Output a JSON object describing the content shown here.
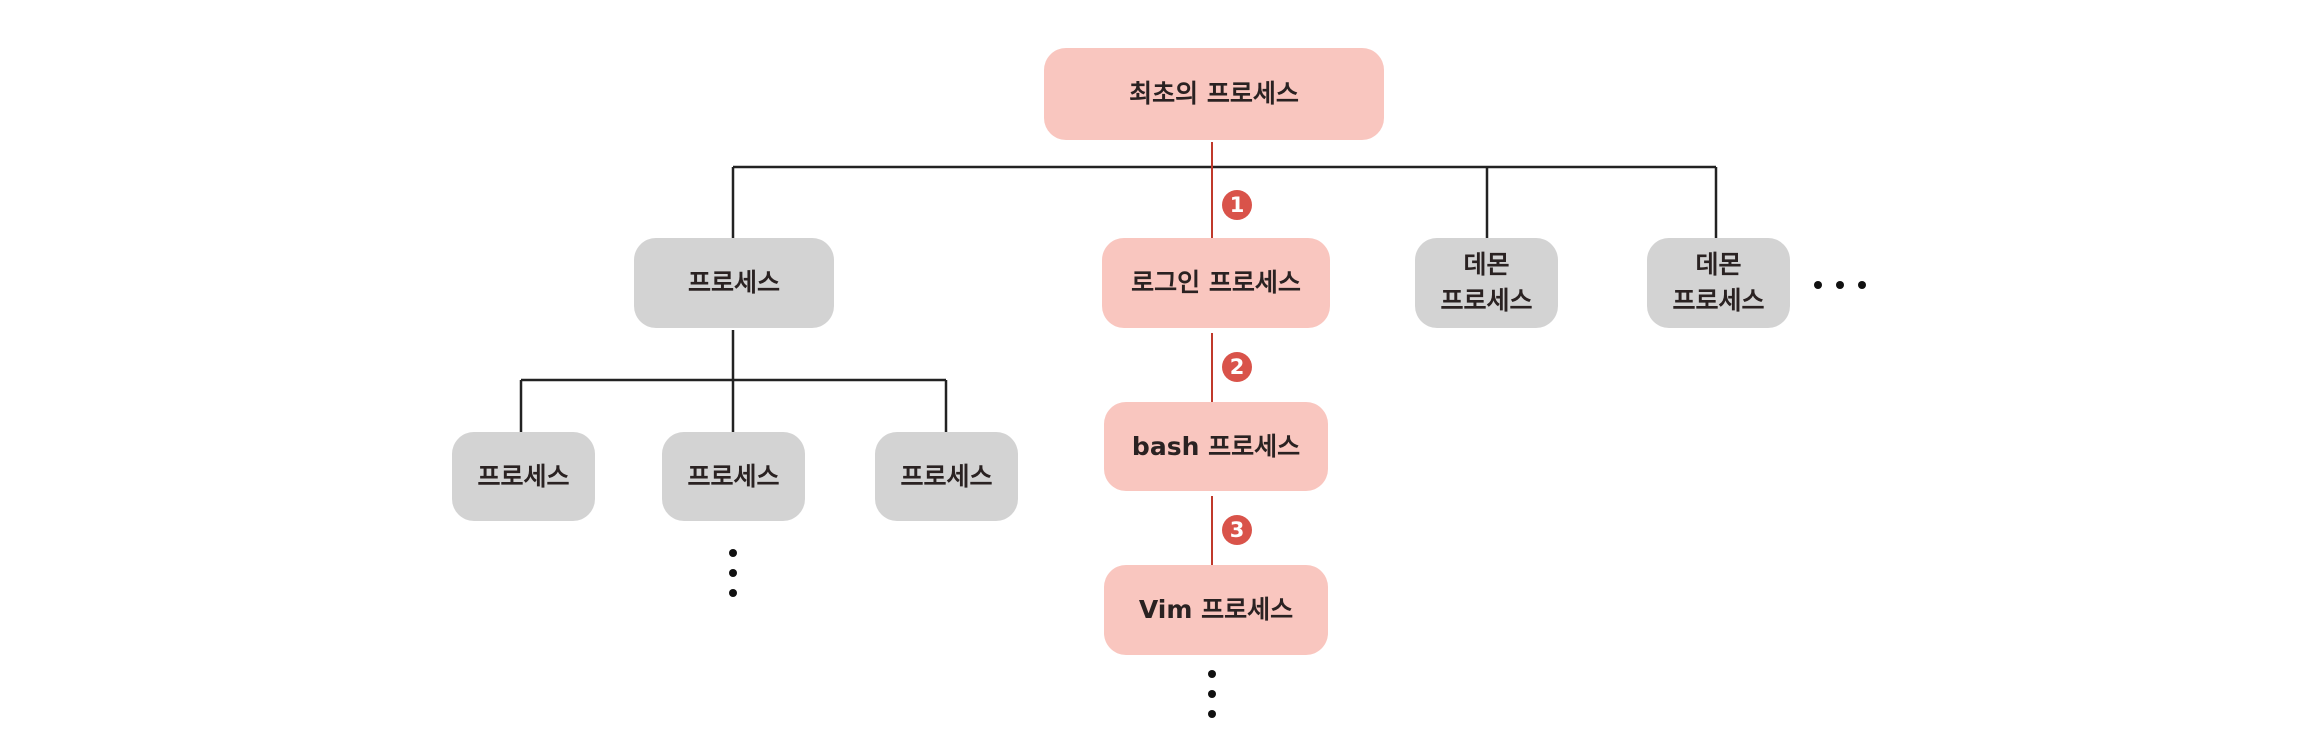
{
  "diagram": {
    "title": "process hierarchy",
    "colors": {
      "highlight_node": "#f9c6bf",
      "normal_node": "#d3d3d3",
      "badge": "#d9534a",
      "highlight_edge": "#c0392b",
      "edge": "#222222"
    },
    "nodes": {
      "root": "최초의 프로세스",
      "process_left": "프로세스",
      "login": "로그인 프로세스",
      "daemon1": "데몬\n프로세스",
      "daemon2": "데몬\n프로세스",
      "child_a": "프로세스",
      "child_b": "프로세스",
      "child_c": "프로세스",
      "bash": "bash 프로세스",
      "vim": "Vim 프로세스"
    },
    "badges": [
      "1",
      "2",
      "3"
    ],
    "ellipsis": "..."
  }
}
